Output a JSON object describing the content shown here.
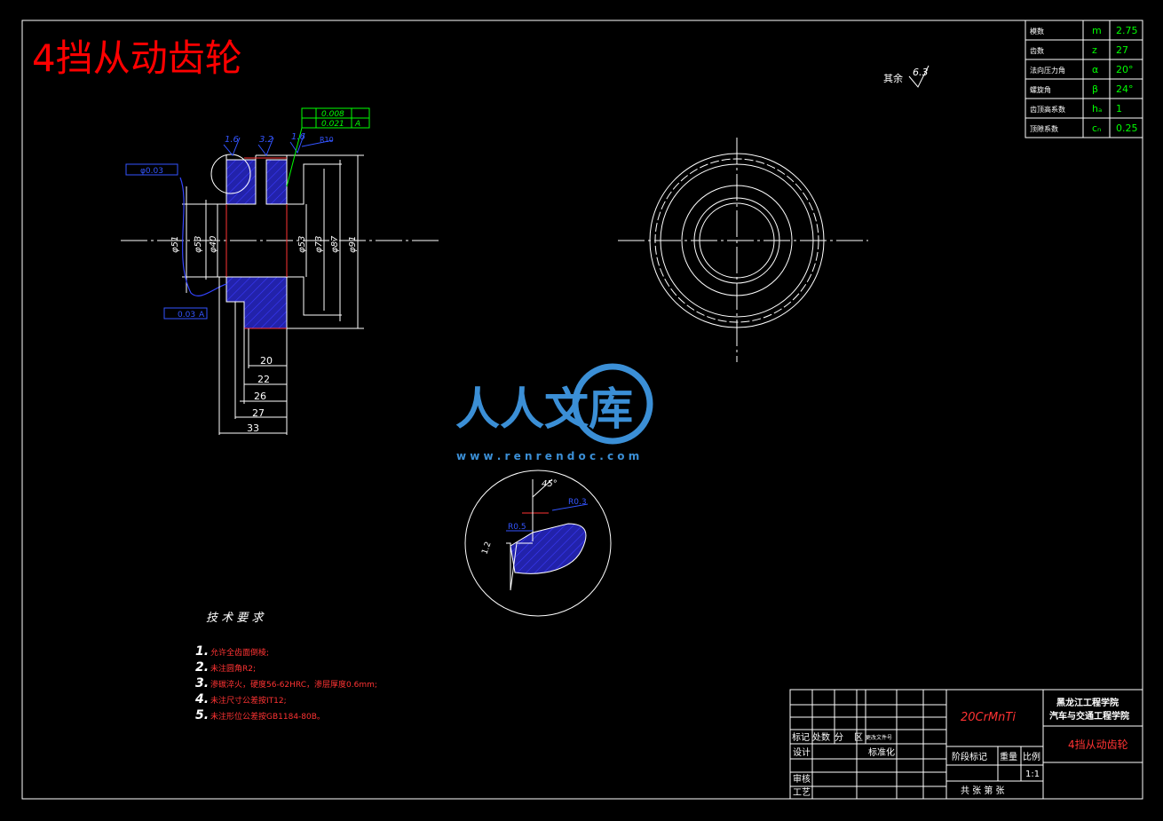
{
  "title": "4挡从动齿轮",
  "roughness_note": {
    "label": "其余",
    "value": "6.3"
  },
  "gear_params": [
    {
      "name": "模数",
      "symbol": "m",
      "value": "2.75"
    },
    {
      "name": "齿数",
      "symbol": "z",
      "value": "27"
    },
    {
      "name": "法向压力角",
      "symbol": "α",
      "value": "20°"
    },
    {
      "name": "螺旋角",
      "symbol": "β",
      "value": "24°"
    },
    {
      "name": "齿顶高系数",
      "symbol": "hₐ",
      "value": "1"
    },
    {
      "name": "顶隙系数",
      "symbol": "cₙ",
      "value": "0.25"
    }
  ],
  "section_view": {
    "diameters": [
      "φ51",
      "φ53",
      "φ40",
      "φ53",
      "φ73",
      "φ87",
      "φ91"
    ],
    "widths": [
      "20",
      "22",
      "26",
      "27",
      "33"
    ],
    "roughness": [
      "1.6",
      "3.2",
      "1.6"
    ],
    "radius_label": "R10",
    "tolerance_frames": [
      "0.008",
      "0.021",
      "A"
    ],
    "runout_left": "φ0.03",
    "runout_bottom": "0.03",
    "datum": "A"
  },
  "detail_view": {
    "angle": "45°",
    "radius_top": "R0.3",
    "radius_left": "R0.5",
    "depth": "1.2"
  },
  "watermark": {
    "text": "人人文库",
    "url": "w w w . r e n r e n d o c . c o m"
  },
  "tech_requirements": {
    "heading": "技 术 要 求",
    "items": [
      {
        "num": "1.",
        "text": "允许全齿面倒棱;"
      },
      {
        "num": "2.",
        "text": "未注圆角R2;"
      },
      {
        "num": "3.",
        "text": "渗碳淬火，硬度56-62HRC，渗层厚度0.6mm;"
      },
      {
        "num": "4.",
        "text": "未注尺寸公差按IT12;"
      },
      {
        "num": "5.",
        "text": "未注形位公差按GB1184-80B。"
      }
    ]
  },
  "title_block": {
    "material": "20CrMnTi",
    "school": "黑龙江工程学院",
    "dept": "汽车与交通工程学院",
    "part_name": "4挡从动齿轮",
    "row_labels": [
      "标记",
      "处数",
      "分",
      "区",
      "更改文件号"
    ],
    "design": "设计",
    "standardize": "标准化",
    "stage_mark": "阶段标记",
    "weight": "重量",
    "scale_label": "比例",
    "scale": "1:1",
    "review": "审核",
    "craft": "工艺",
    "sheets": "共  张  第  张"
  },
  "colors": {
    "frame": "#ffffff",
    "title": "#ff0000",
    "dim": "#0000ff",
    "green": "#00ff00",
    "hatch": "#2222cc",
    "watermark": "#3b8fd6"
  }
}
